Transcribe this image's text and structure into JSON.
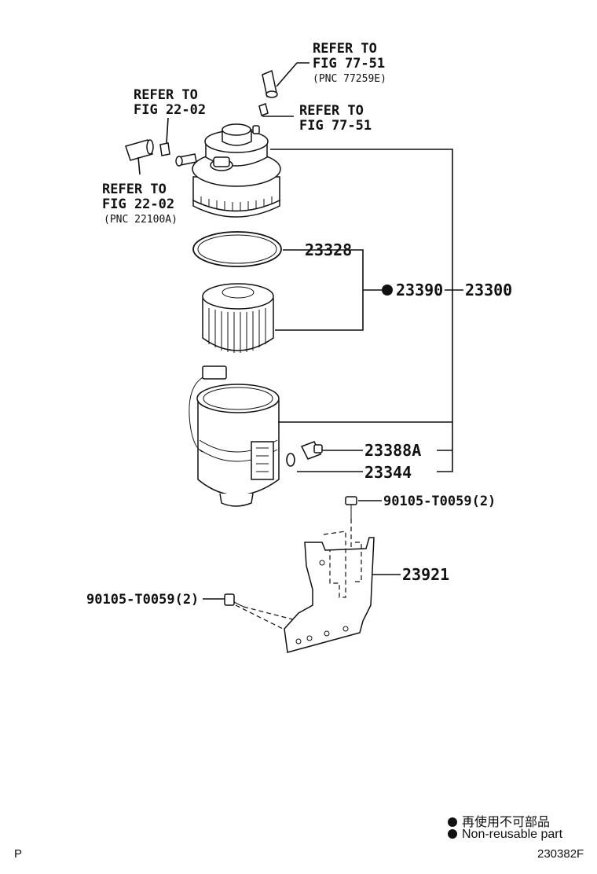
{
  "refers": {
    "top_right": {
      "line1": "REFER TO",
      "line2": "FIG 77-51",
      "pnc": "(PNC 77259E)"
    },
    "mid_right": {
      "line1": "REFER TO",
      "line2": "FIG 77-51"
    },
    "top_left": {
      "line1": "REFER TO",
      "line2": "FIG 22-02"
    },
    "lower_left": {
      "line1": "REFER TO",
      "line2": "FIG 22-02",
      "pnc": "(PNC 22100A)"
    }
  },
  "parts": {
    "gasket": "23328",
    "element": "23390",
    "assembly": "23300",
    "sensor": "23388A",
    "oring": "23344",
    "bolt_top": "90105-T0059(2)",
    "bracket": "23921",
    "bolt_left": "90105-T0059(2)"
  },
  "legend": {
    "jp": "再使用不可部品",
    "en": "Non-reusable part"
  },
  "footer": {
    "left": "P",
    "right": "230382F"
  }
}
